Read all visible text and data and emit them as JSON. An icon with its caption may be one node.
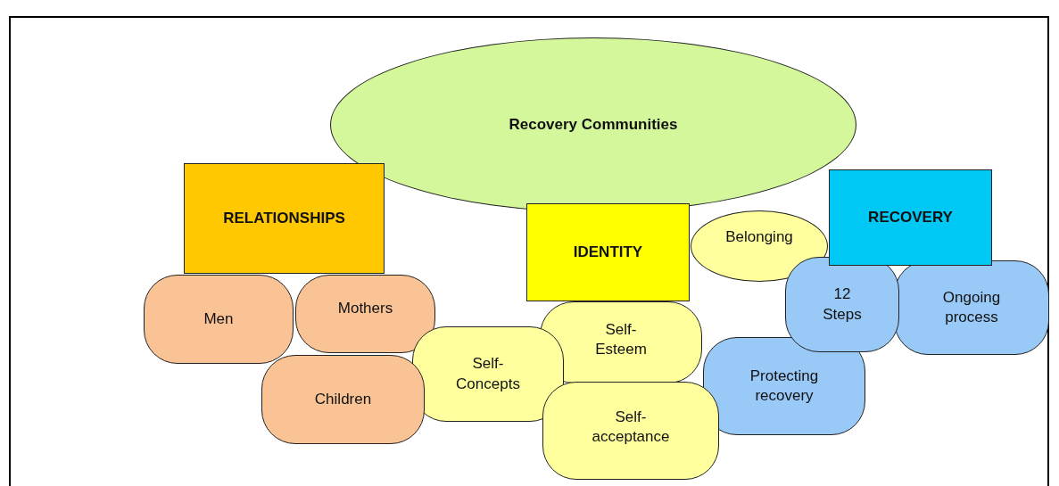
{
  "diagram": {
    "nodes": [
      {
        "text": [
          "Recovery Communities"
        ]
      },
      {
        "text": [
          "RELATIONSHIPS"
        ]
      },
      {
        "text": [
          "IDENTITY"
        ]
      },
      {
        "text": [
          "Belonging"
        ]
      },
      {
        "text": [
          "RECOVERY"
        ]
      },
      {
        "text": [
          "Men"
        ]
      },
      {
        "text": [
          "Mothers"
        ]
      },
      {
        "text": [
          "12 Steps"
        ]
      },
      {
        "text": [
          "Ongoing process"
        ]
      },
      {
        "text": [
          "Self- Esteem"
        ]
      },
      {
        "text": [
          "Self- Concepts"
        ]
      },
      {
        "text": [
          "Protecting recovery"
        ]
      },
      {
        "text": [
          "Children"
        ]
      },
      {
        "text": [
          "Self- acceptance"
        ]
      }
    ]
  }
}
